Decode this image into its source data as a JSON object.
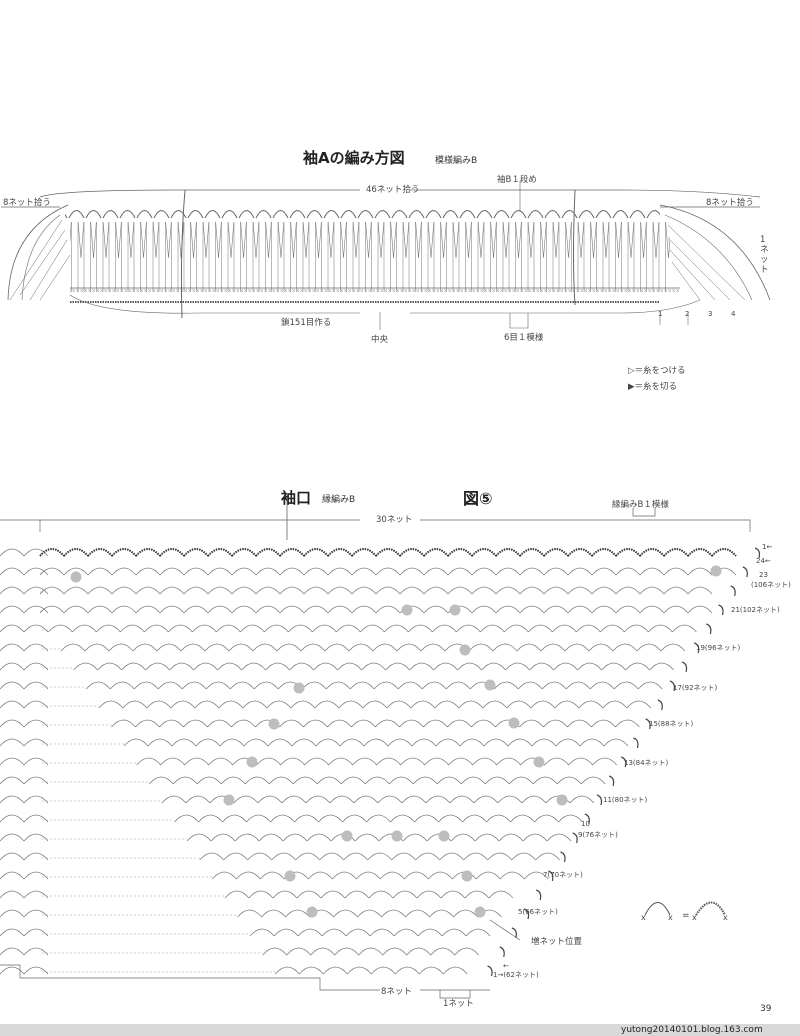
{
  "top": {
    "title": "袖Aの編み方図",
    "subtitle": "模様編みB",
    "left_pickup": "8ネット拾う",
    "center_pickup": "46ネット拾う",
    "right_pickup": "8ネット拾う",
    "row1_label": "袖B１段め",
    "chain_label": "鎖151目作る",
    "center_label": "中央",
    "repeat_label": "6目１模様",
    "right_vertical": "1ネット",
    "row_nums": [
      "1",
      "2",
      "3",
      "4"
    ],
    "legend_attach": "＝糸をつける",
    "legend_cut": "＝糸を切る"
  },
  "bottom": {
    "title": "袖口",
    "subtitle": "縁編みB",
    "figure": "図⑤",
    "edge_label": "縁編みB１模様",
    "top_count": "30ネット",
    "top_right_marks": [
      "1←",
      "24←",
      "23",
      "(106ネット)"
    ],
    "rows": [
      {
        "num": "21",
        "count": "(102ネット)"
      },
      {
        "num": "19",
        "count": "(96ネット)"
      },
      {
        "num": "17",
        "count": "(92ネット)"
      },
      {
        "num": "15",
        "count": "(88ネット)"
      },
      {
        "num": "13",
        "count": "(84ネット)"
      },
      {
        "num": "11",
        "count": "(80ネット)"
      },
      {
        "num": "9",
        "count": "(76ネット)"
      },
      {
        "num": "7",
        "count": "(70ネット)"
      },
      {
        "num": "5",
        "count": "(66ネット)"
      },
      {
        "num": "1→",
        "count": "(62ネット)"
      }
    ],
    "row10": "10",
    "increase_label": "増ネット位置",
    "bottom_left": "8ネット",
    "bottom_mid": "1ネット",
    "arrow_left": "←"
  },
  "page_number": "39",
  "footer": "yutong20140101.blog.163.com"
}
